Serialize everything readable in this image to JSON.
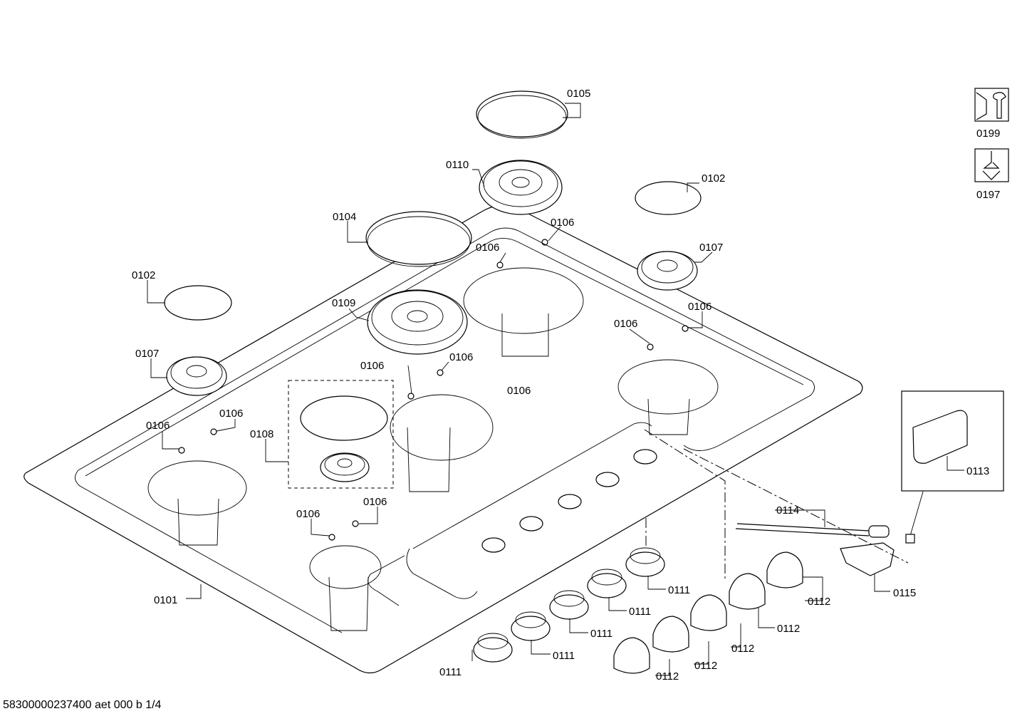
{
  "labels": {
    "l0105": "0105",
    "l0110": "0110",
    "l0102a": "0102",
    "l0102b": "0102",
    "l0104": "0104",
    "l0106_top_right": "0106",
    "l0106_top_left": "0106",
    "l0107_right": "0107",
    "l0107_left": "0107",
    "l0109": "0109",
    "l0106_rr1": "0106",
    "l0106_rr2": "0106",
    "l0106_mid1": "0106",
    "l0106_mid2": "0106",
    "l0106_center": "0106",
    "l0106_lf1": "0106",
    "l0106_lf2": "0106",
    "l0108": "0108",
    "l0106_fr1": "0106",
    "l0106_fr2": "0106",
    "l0101": "0101",
    "l0113": "0113",
    "l0114": "0114",
    "l0115": "0115",
    "l0111_a": "0111",
    "l0111_b": "0111",
    "l0111_c": "0111",
    "l0111_d": "0111",
    "l0111_e": "0111",
    "l0112_a": "0112",
    "l0112_b": "0112",
    "l0112_c": "0112",
    "l0112_d": "0112",
    "l0112_e": "0112",
    "l0199": "0199",
    "l0197": "0197"
  },
  "footer": "58300000237400 aet 000 b 1/4",
  "icons": [
    "wrench-tool-icon",
    "screwdriver-tool-icon"
  ]
}
